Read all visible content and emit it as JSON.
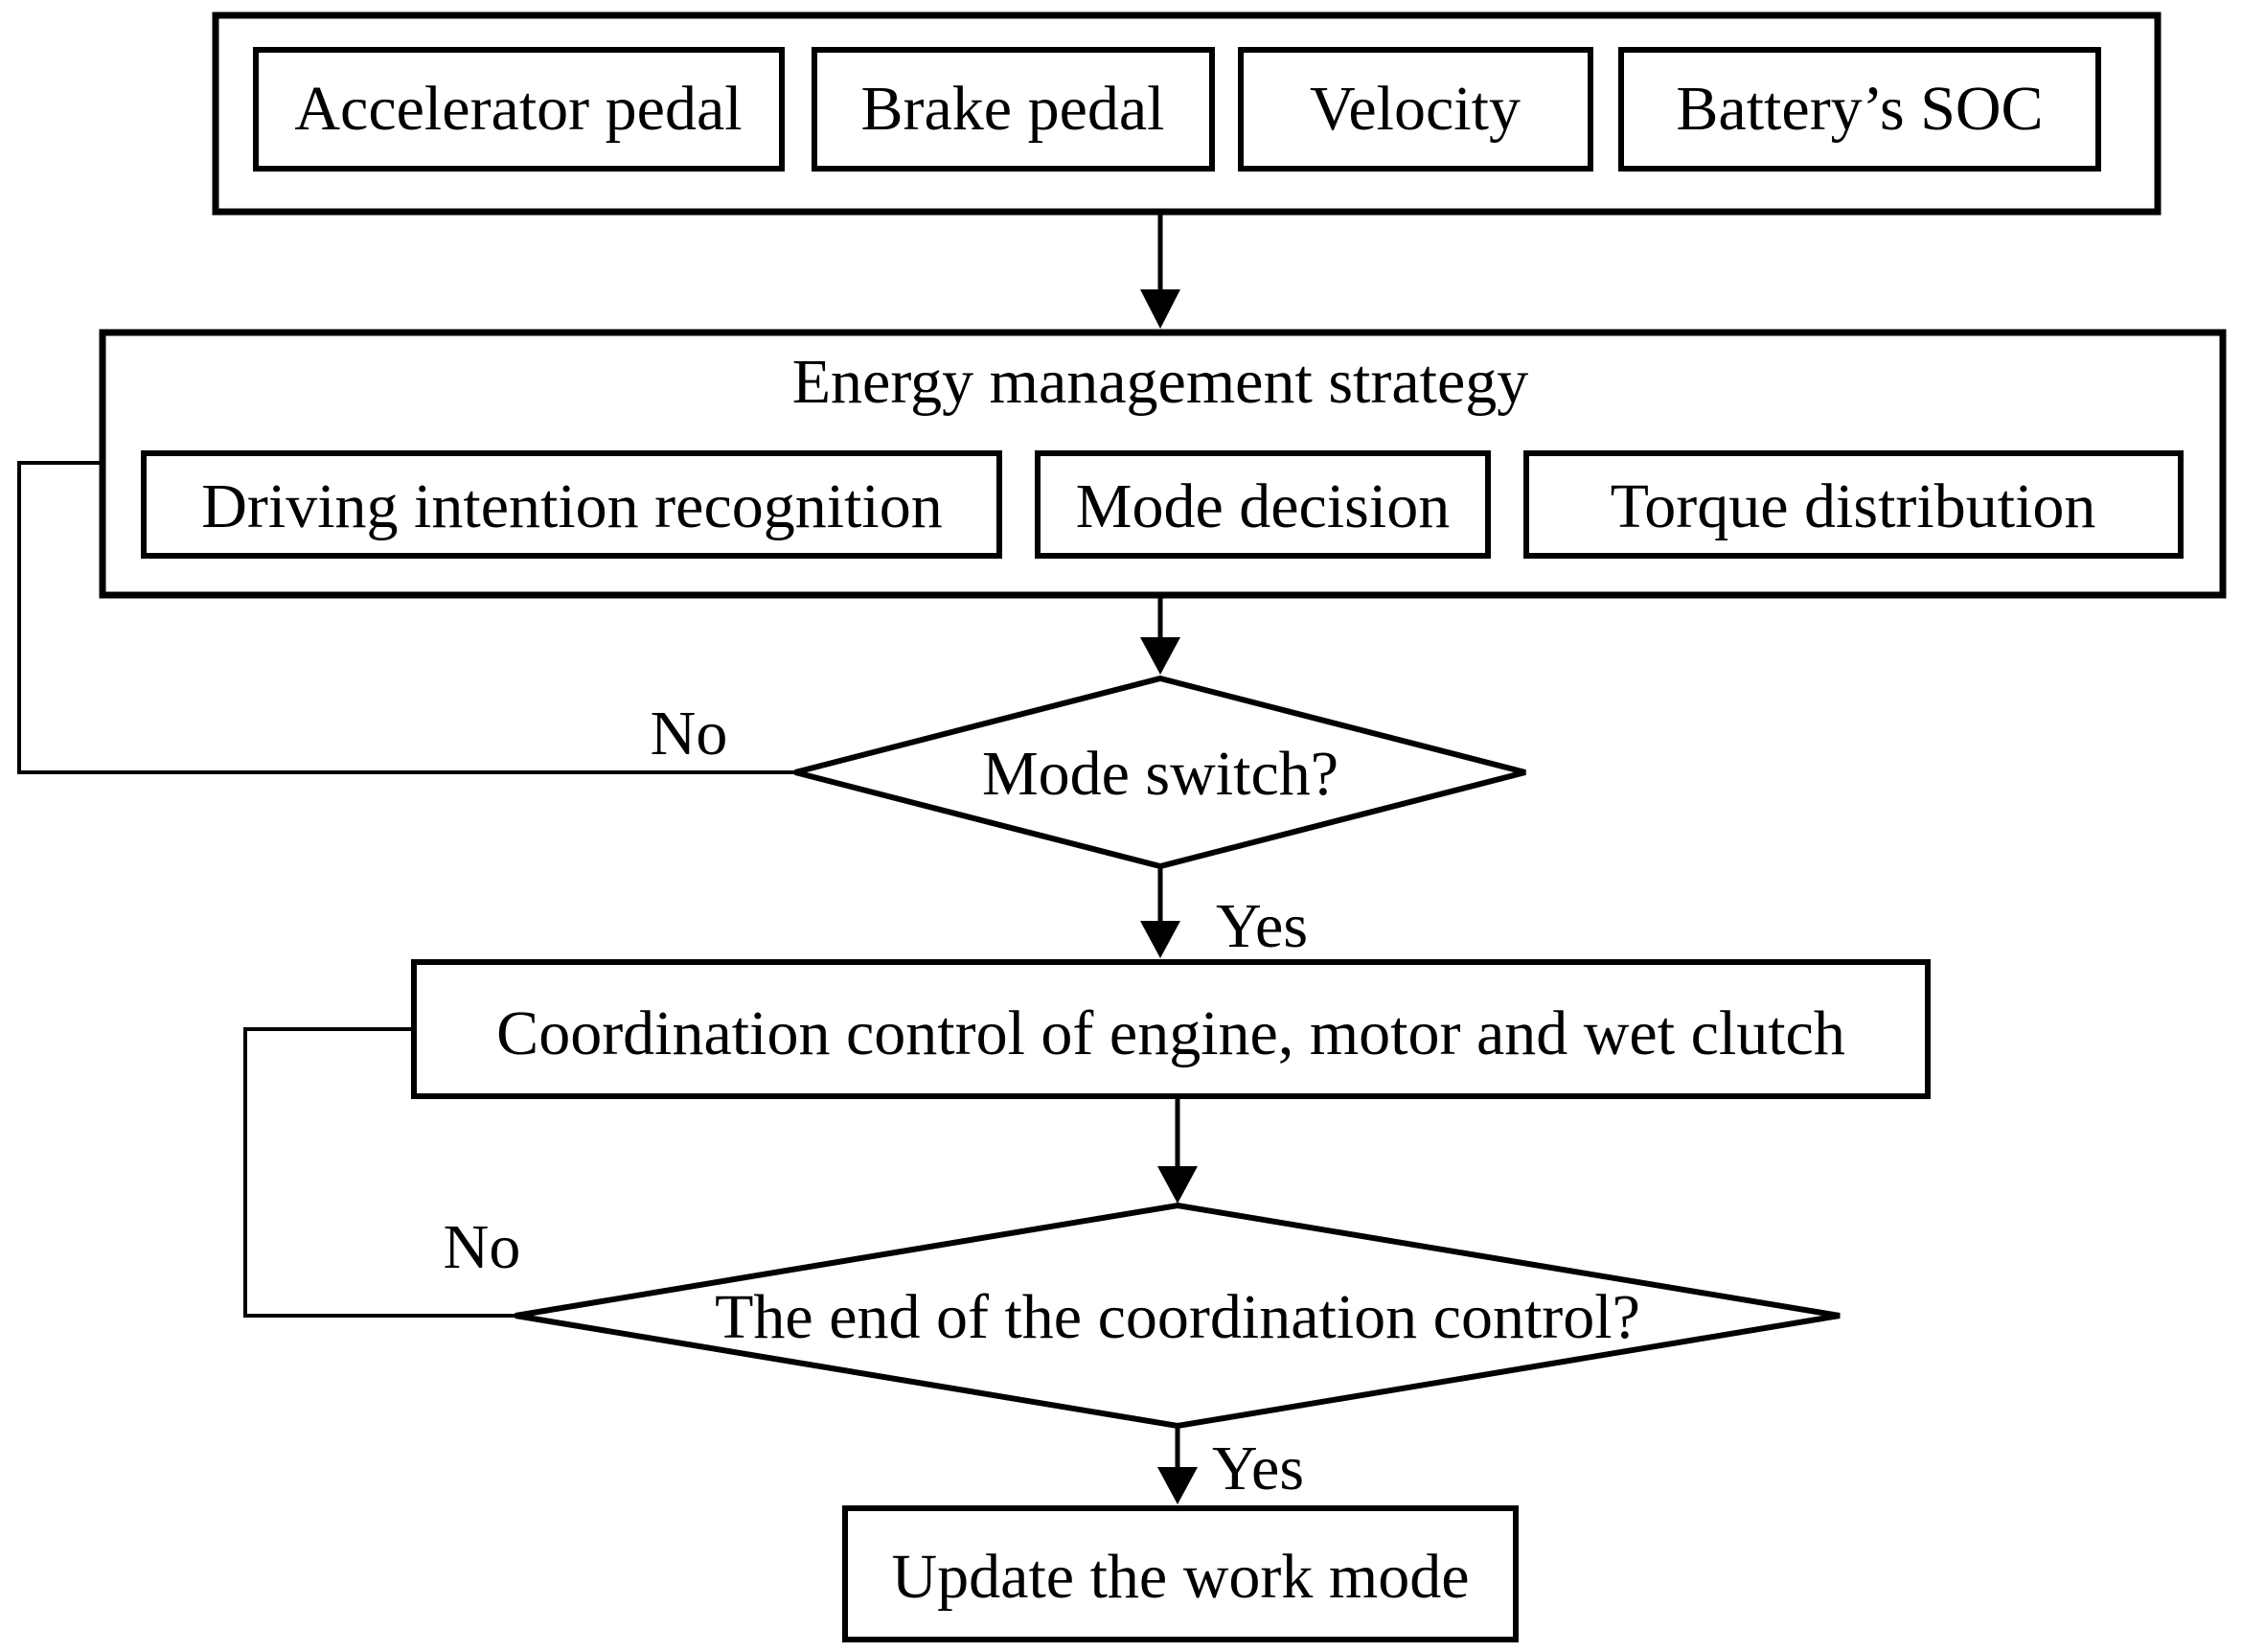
{
  "inputs": {
    "accelerator_pedal": "Accelerator pedal",
    "brake_pedal": "Brake pedal",
    "velocity": "Velocity",
    "battery_soc": "Battery’s SOC"
  },
  "energy_management": {
    "title": "Energy management strategy",
    "driving_intention": "Driving intention recognition",
    "mode_decision": "Mode decision",
    "torque_distribution": "Torque distribution"
  },
  "mode_switch": {
    "question": "Mode switch?",
    "no_label": "No",
    "yes_label": "Yes"
  },
  "coordination_control": {
    "label": "Coordination control of engine, motor and wet clutch"
  },
  "end_check": {
    "question": "The end of the coordination control?",
    "no_label": "No",
    "yes_label": "Yes"
  },
  "update_mode": {
    "label": "Update the work mode"
  }
}
